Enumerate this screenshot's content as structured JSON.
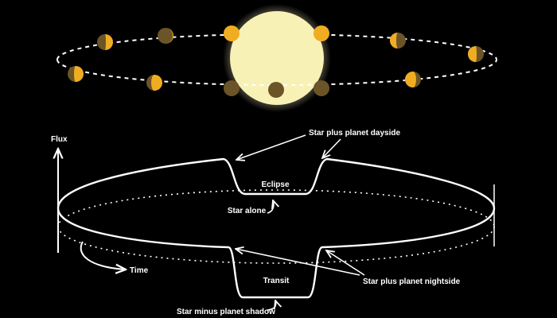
{
  "labels": {
    "flux": "Flux",
    "time": "Time",
    "eclipse": "Eclipse",
    "transit": "Transit",
    "star_alone": "Star alone",
    "star_plus_dayside": "Star plus planet dayside",
    "star_plus_nightside": "Star plus planet nightside",
    "star_minus_shadow": "Star minus planet shadow"
  },
  "colors": {
    "background": "#000000",
    "star": "#f7f1b6",
    "star_glow": "#fff6c8",
    "planet_day": "#f0ad22",
    "planet_night": "#6b5428",
    "line": "#ffffff"
  }
}
